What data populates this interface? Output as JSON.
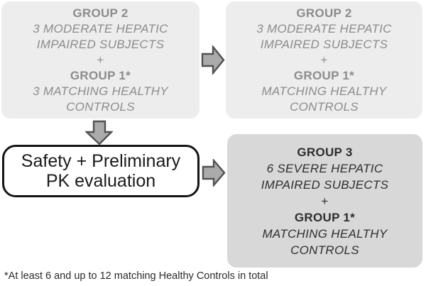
{
  "boxes": {
    "group2_enrollment": {
      "title": "GROUP 2",
      "line1": "3 MODERATE HEPATIC",
      "line2": "IMPAIRED SUBJECTS",
      "plus": "+",
      "subtitle": "GROUP 1*",
      "line3": "3 MATCHING HEALTHY",
      "line4": "CONTROLS"
    },
    "group2_continued": {
      "title": "GROUP 2",
      "line1": "3 MODERATE HEPATIC",
      "line2": "IMPAIRED SUBJECTS",
      "plus": "+",
      "subtitle": "GROUP 1*",
      "line3": "MATCHING HEALTHY",
      "line4": "CONTROLS"
    },
    "evaluation": {
      "line1": "Safety + Preliminary",
      "line2": "PK evaluation"
    },
    "group3": {
      "title": "GROUP 3",
      "line1": "6 SEVERE HEPATIC",
      "line2": "IMPAIRED SUBJECTS",
      "plus": "+",
      "subtitle": "GROUP 1*",
      "line3": "MATCHING HEALTHY",
      "line4": "CONTROLS"
    }
  },
  "footnote": "*At least 6 and up to 12 matching Healthy Controls in total",
  "icons": {
    "arrow_top": "right-block-arrow",
    "arrow_down": "down-block-arrow",
    "arrow_bottom": "right-block-arrow"
  },
  "colors": {
    "light_box_bg": "#ededed",
    "light_box_text": "#8c8c8c",
    "dark_box_bg": "#d8d8d8",
    "dark_box_text": "#2e2e2e",
    "arrow_fill": "#ababab",
    "arrow_stroke": "#525252",
    "eval_border": "#141414",
    "eval_text": "#1a1a1a",
    "footnote_text": "#2b2b2b"
  }
}
